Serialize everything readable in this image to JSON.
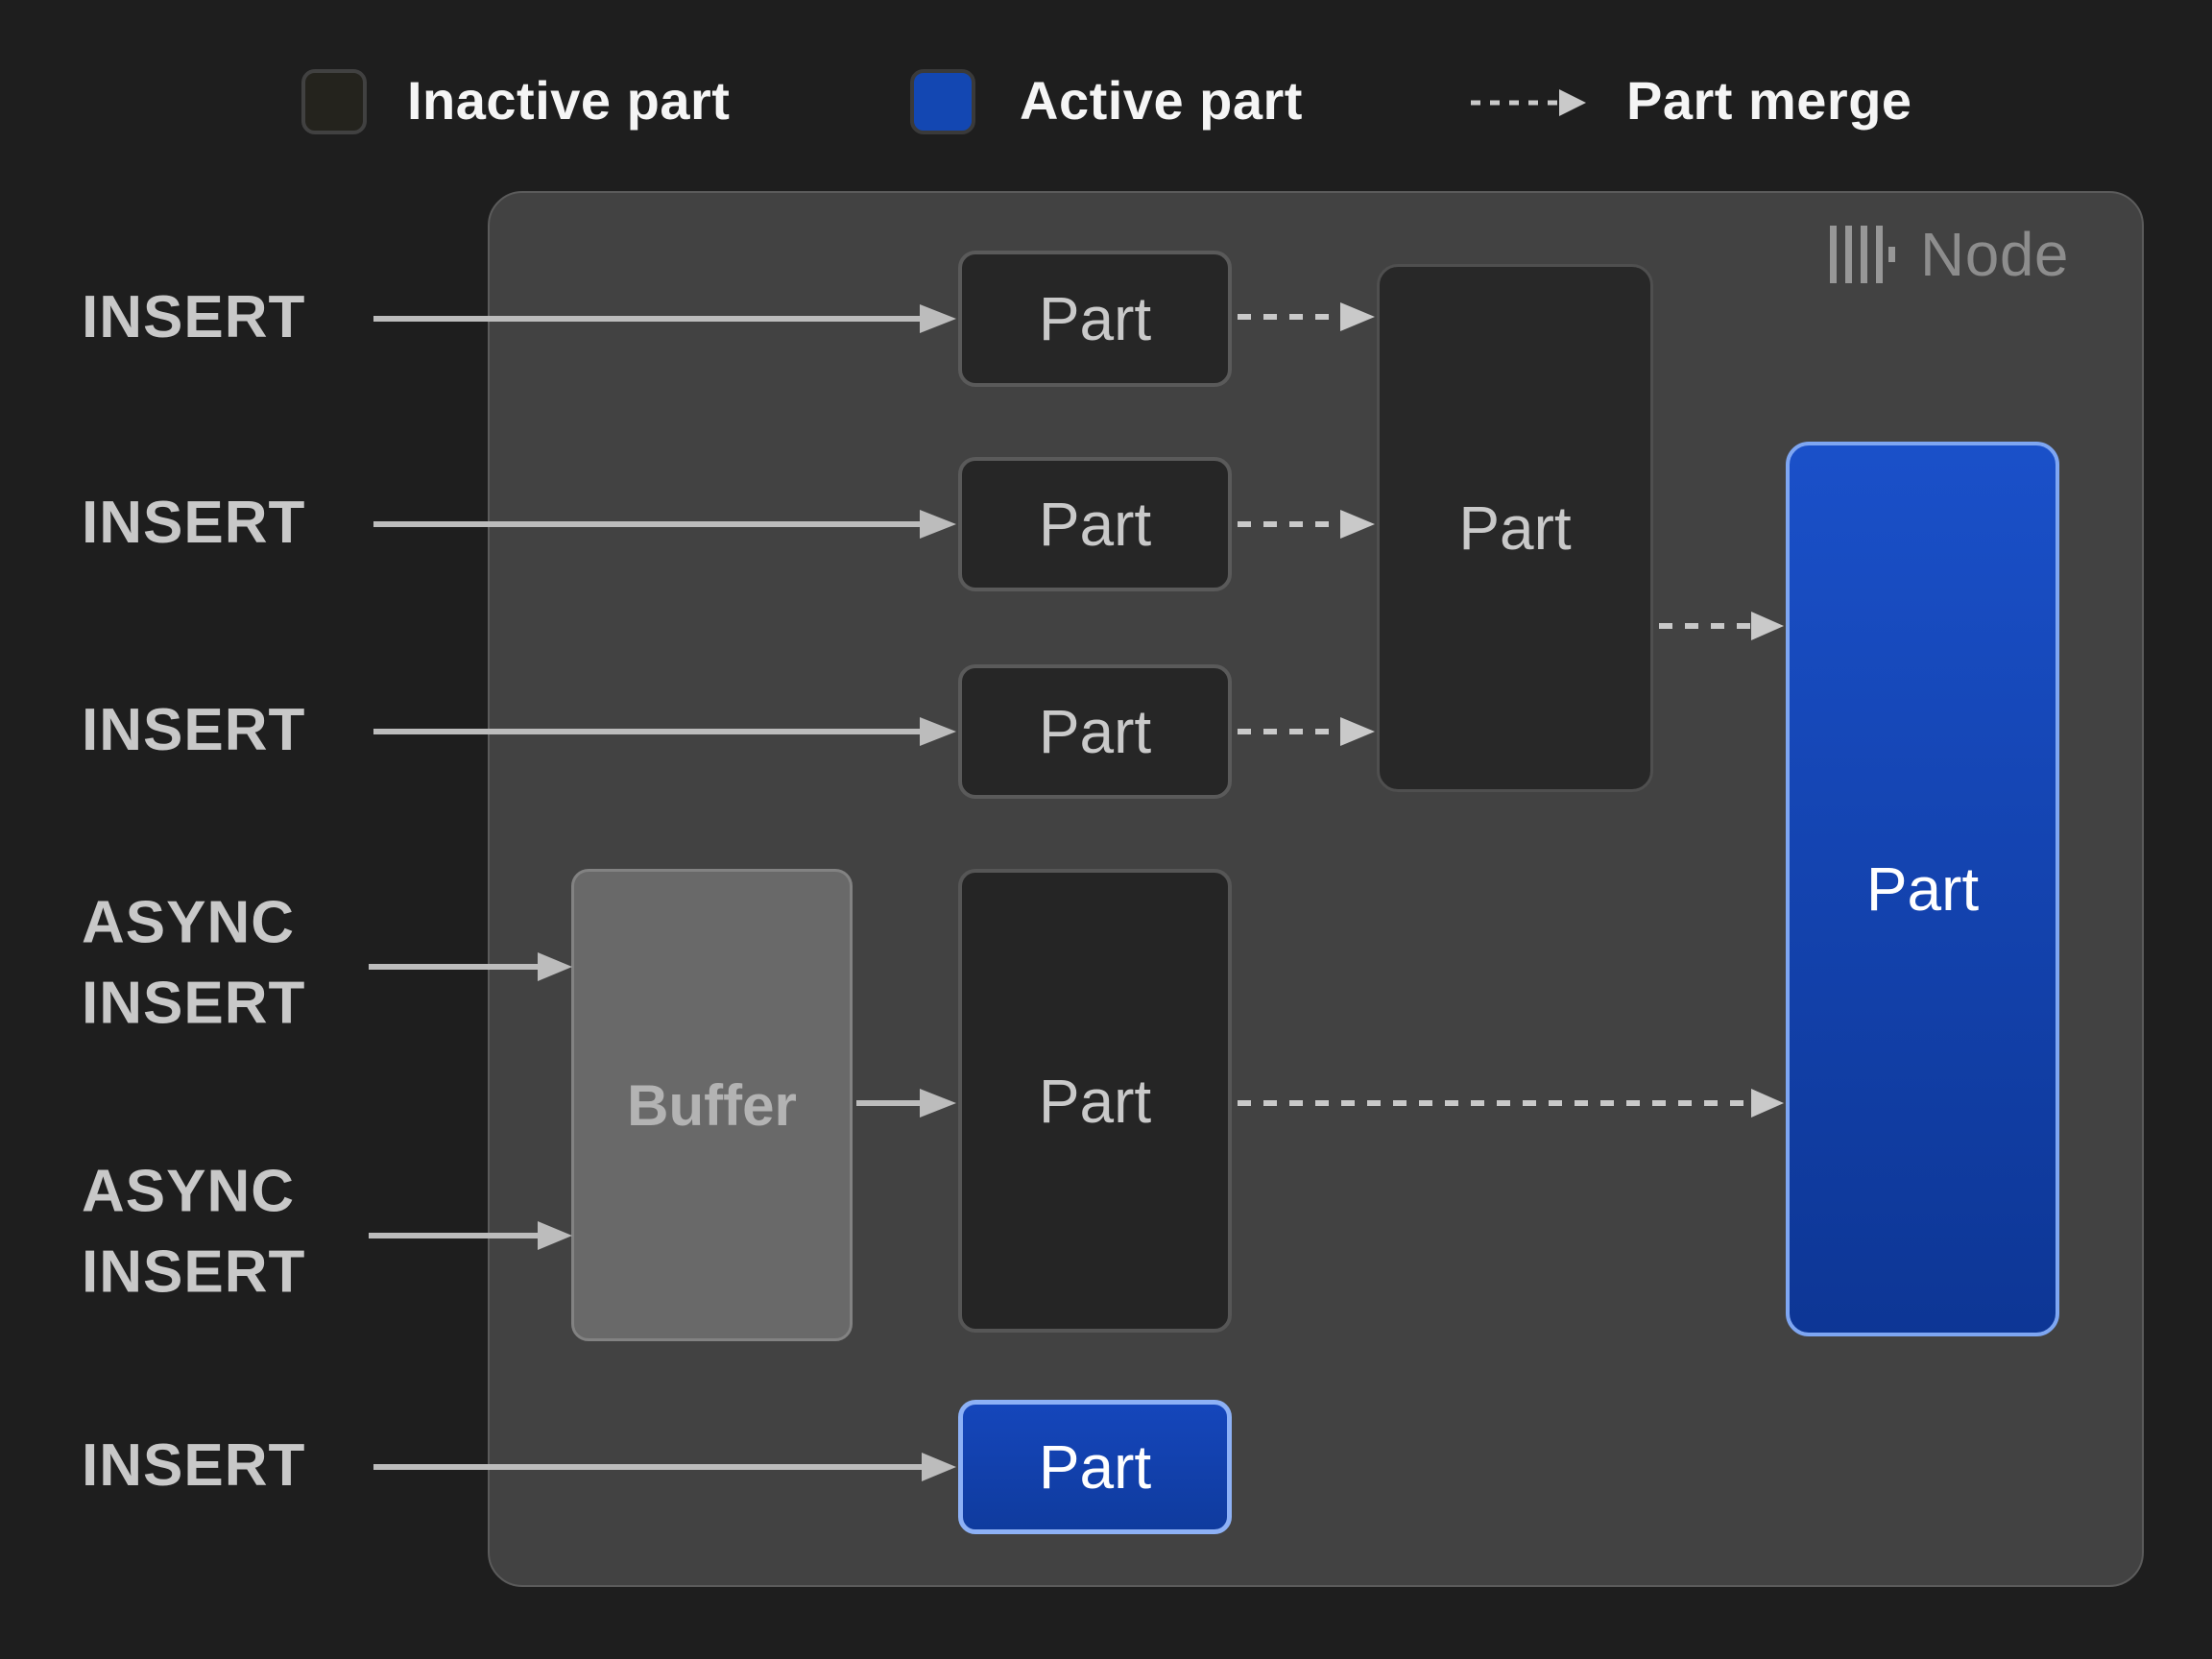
{
  "legend": {
    "inactive": {
      "label": "Inactive part",
      "color": "#24231d"
    },
    "active": {
      "label": "Active part",
      "color": "#1347b2"
    },
    "merge": {
      "label": "Part merge"
    }
  },
  "node": {
    "title": "Node",
    "logo_icon": "clickhouse-bars-icon"
  },
  "labels": {
    "part": "Part",
    "buffer": "Buffer"
  },
  "inserts": {
    "insert1": "INSERT",
    "insert2": "INSERT",
    "insert3": "INSERT",
    "async1": [
      "ASYNC",
      "INSERT"
    ],
    "async2": [
      "ASYNC",
      "INSERT"
    ],
    "insert4": "INSERT"
  },
  "colors": {
    "background": "#1e1e1e",
    "node_fill": "#424242",
    "node_border": "#5b5b5b",
    "inactive_part_fill": "#262626",
    "inactive_part_border": "#5a5a5a",
    "buffer_fill": "#696969",
    "active_part_top": "#1a50c9",
    "active_part_bottom": "#0d3695",
    "active_part_border": "#7ea6f2",
    "arrow_solid": "#bcbcbc",
    "arrow_dashed": "#c9c9c9",
    "label_gray": "#c8c8c8",
    "legend_text": "#f5f5f5",
    "node_title_text": "#8d8d8d"
  }
}
